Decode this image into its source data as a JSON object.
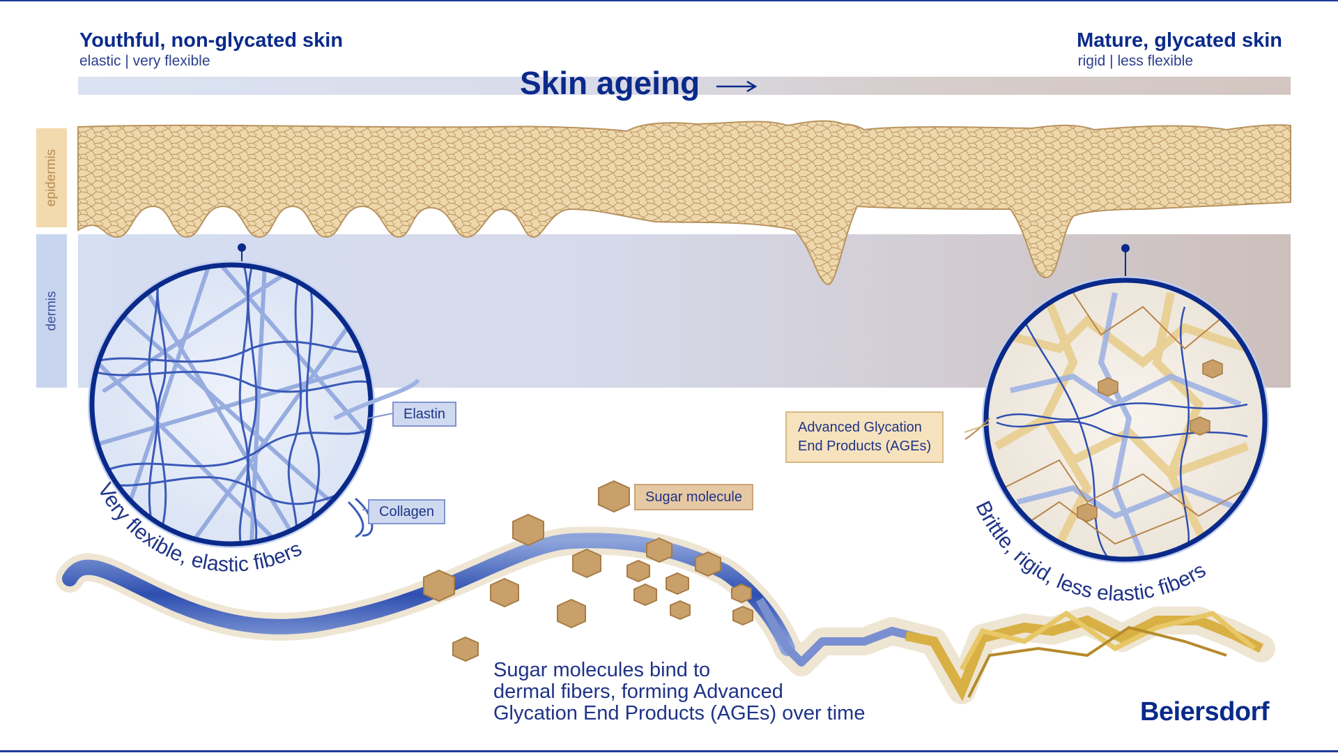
{
  "left": {
    "title": "Youthful, non-glycated skin",
    "subtitle": "elastic | very flexible"
  },
  "right": {
    "title": "Mature, glycated skin",
    "subtitle": "rigid | less flexible"
  },
  "ageing": {
    "label": "Skin ageing",
    "arrow_icon": "arrow-right-icon"
  },
  "layers": {
    "epidermis": "epidermis",
    "dermis": "dermis"
  },
  "labels": {
    "elastin": "Elastin",
    "collagen": "Collagen",
    "sugar_molecule": "Sugar molecule",
    "ages_line1": "Advanced Glycation",
    "ages_line2": "End Products (AGEs)",
    "left_circle_caption": "Very flexible, elastic fibers",
    "right_circle_caption": "Brittle, rigid, less elastic fibers"
  },
  "summary": {
    "line1": "Sugar molecules bind to",
    "line2": "dermal fibers, forming Advanced",
    "line3": "Glycation End Products (AGEs) over time"
  },
  "brand": "Beiersdorf",
  "colors": {
    "brand_blue": "#0a2a8a",
    "fiber_blue": "#4a6cc4",
    "epidermis_tan": "#efd7ac",
    "sugar_tan": "#c9a06a",
    "gold": "#d9b044"
  }
}
